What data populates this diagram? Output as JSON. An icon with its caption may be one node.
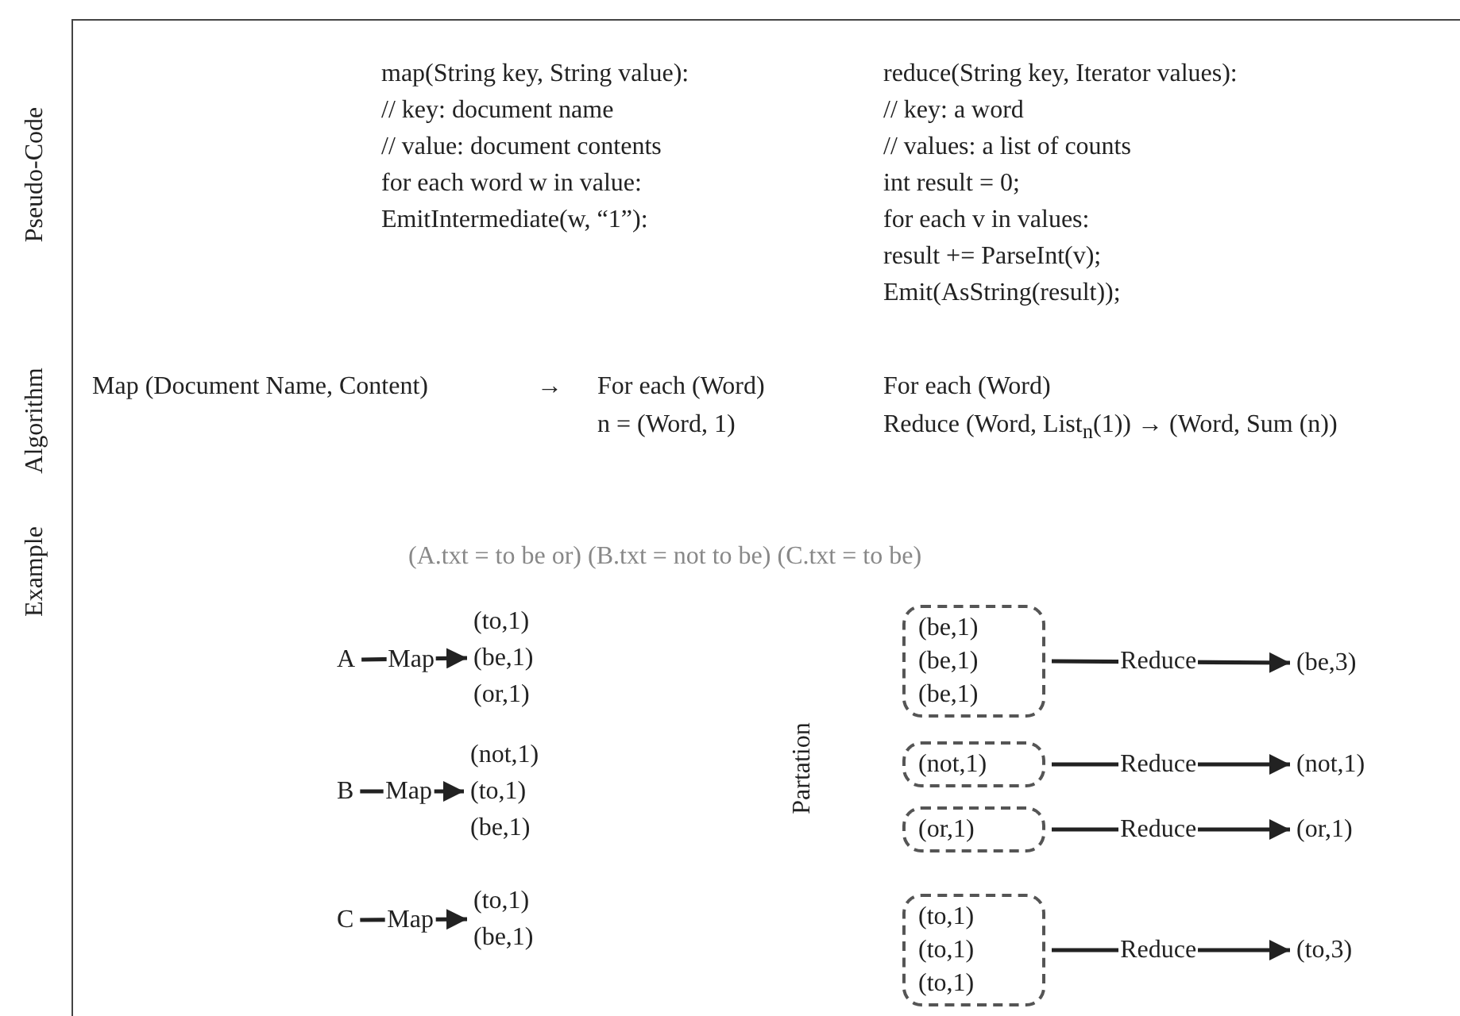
{
  "diagram": {
    "nodes": [
      {
        "text": [
          "A"
        ]
      },
      {
        "text": [
          "B"
        ]
      },
      {
        "text": [
          "C"
        ]
      },
      {
        "text": [
          "(to,1)",
          "(be,1)",
          "(or,1)"
        ]
      },
      {
        "text": [
          "(not,1)",
          "(to,1)",
          "(be,1)"
        ]
      },
      {
        "text": [
          "(to,1)",
          "(be,1)"
        ]
      },
      {
        "text": [
          "(be,1)",
          "(be,1)",
          "(be,1)"
        ]
      },
      {
        "text": [
          "(not,1)"
        ]
      },
      {
        "text": [
          "(or,1)"
        ]
      },
      {
        "text": [
          "(to,1)",
          "(to,1)",
          "(to,1)"
        ]
      },
      {
        "text": [
          "(be,3)"
        ]
      },
      {
        "text": [
          "(not,1)"
        ]
      },
      {
        "text": [
          "(or,1)"
        ]
      },
      {
        "text": [
          "(to,3)"
        ]
      }
    ],
    "edges": [
      {
        "from": 0,
        "to": 3,
        "arrow": "to",
        "label": "Map"
      },
      {
        "from": 1,
        "to": 4,
        "arrow": "to",
        "label": "Map"
      },
      {
        "from": 2,
        "to": 5,
        "arrow": "to",
        "label": "Map"
      },
      {
        "from": 6,
        "to": 10,
        "arrow": "to",
        "label": "Reduce"
      },
      {
        "from": 7,
        "to": 11,
        "arrow": "to",
        "label": "Reduce"
      },
      {
        "from": 8,
        "to": 12,
        "arrow": "to",
        "label": "Reduce"
      },
      {
        "from": 9,
        "to": 13,
        "arrow": "to",
        "label": "Reduce"
      }
    ],
    "labels": [
      "Pseudo-Code",
      "Algorithm",
      "Example",
      "map(String key, String value):",
      "// key: document name",
      "// value: document contents",
      "for each word w in value:",
      "EmitIntermediate(w, “1”):",
      "reduce(String key, Iterator values):",
      "// key: a word",
      "// values: a list of counts",
      "int result = 0;",
      "for each v in values:",
      "result += ParseInt(v);",
      "Emit(AsString(result));",
      "Map (Document Name, Content)",
      "→",
      "For each (Word)",
      "n = (Word, 1)",
      "For each (Word)",
      "Reduce (Word, List$_{n}$(1)) → (Word, Sum (n))",
      "(A.txt = to be or) (B.txt = not to be) (C.txt = to be)",
      "Partation"
    ]
  }
}
